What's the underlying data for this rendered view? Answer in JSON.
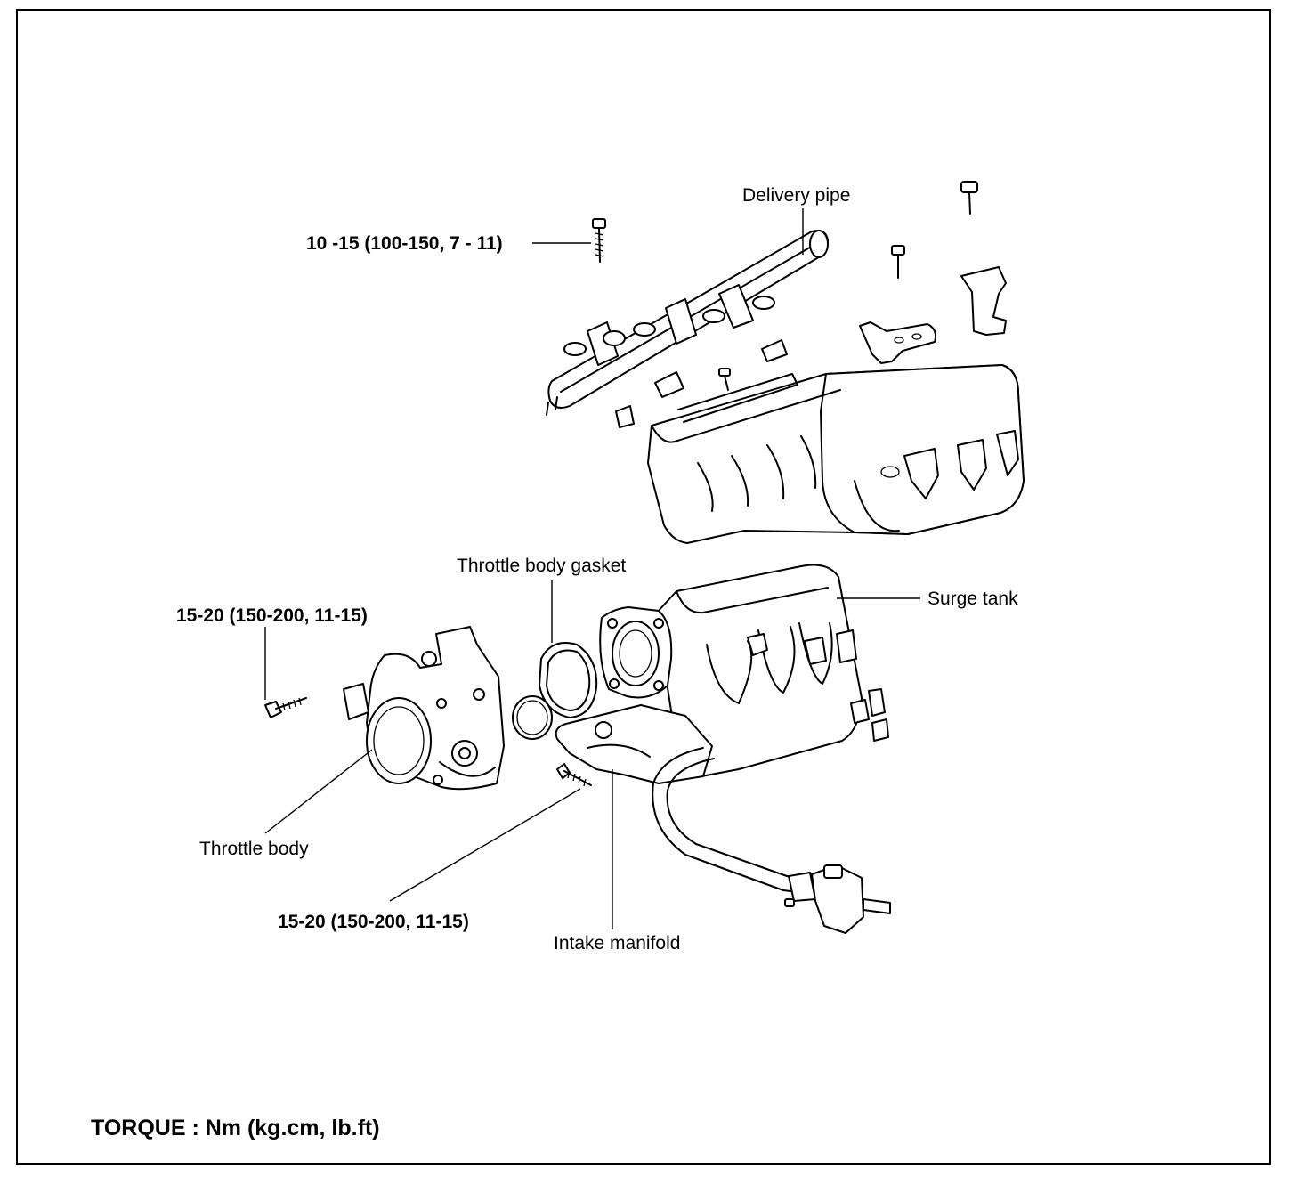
{
  "labels": {
    "delivery_pipe": "Delivery pipe",
    "torque_delivery_bolt": "10 -15 (100-150, 7 - 11)",
    "throttle_body_gasket": "Throttle body gasket",
    "surge_tank": "Surge tank",
    "torque_throttle_bolt": "15-20 (150-200, 11-15)",
    "throttle_body": "Throttle body",
    "torque_manifold_bolt": "15-20 (150-200, 11-15)",
    "intake_manifold": "Intake manifold"
  },
  "footer": {
    "torque_units": "TORQUE : Nm (kg.cm, lb.ft)"
  }
}
